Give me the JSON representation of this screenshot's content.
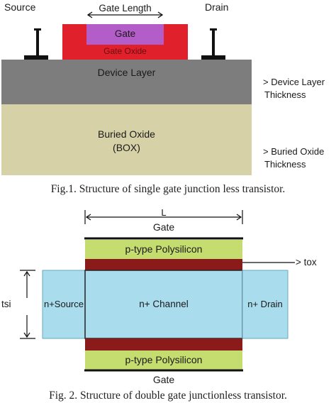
{
  "figure1": {
    "source_label": "Source",
    "drain_label": "Drain",
    "gate_length_label": "Gate Length",
    "gate_label": "Gate",
    "gate_oxide_label": "Gate Oxide",
    "device_layer_label": "Device Layer",
    "buried_oxide_label": "Buried Oxide",
    "box_label": "(BOX)",
    "device_layer_thickness_line1": "> Device Layer",
    "device_layer_thickness_line2": "Thickness",
    "buried_oxide_thickness_line1": "> Buried Oxide",
    "buried_oxide_thickness_line2": "Thickness",
    "caption": "Fig.1. Structure of single gate junction less transistor.",
    "colors": {
      "gate": "#b35dc8",
      "gate_oxide": "#e0202a",
      "spacer": "#e0202a",
      "device_layer": "#7d7d7d",
      "buried_oxide": "#d7d1a8"
    }
  },
  "figure2": {
    "length_label": "L",
    "top_gate_label": "Gate",
    "bottom_gate_label": "Gate",
    "top_poly_label": "p-type Polysilicon",
    "bottom_poly_label": "p-type Polysilicon",
    "tox_label": "> tox",
    "tsi_label": "tsi",
    "source_label": "n+Source",
    "channel_label": "n+ Channel",
    "drain_label": "n+ Drain",
    "caption": "Fig. 2. Structure of double gate junctionless transistor.",
    "colors": {
      "polysilicon": "#c5dc6e",
      "oxide": "#8b1a1a",
      "silicon": "#a9dcec"
    }
  }
}
